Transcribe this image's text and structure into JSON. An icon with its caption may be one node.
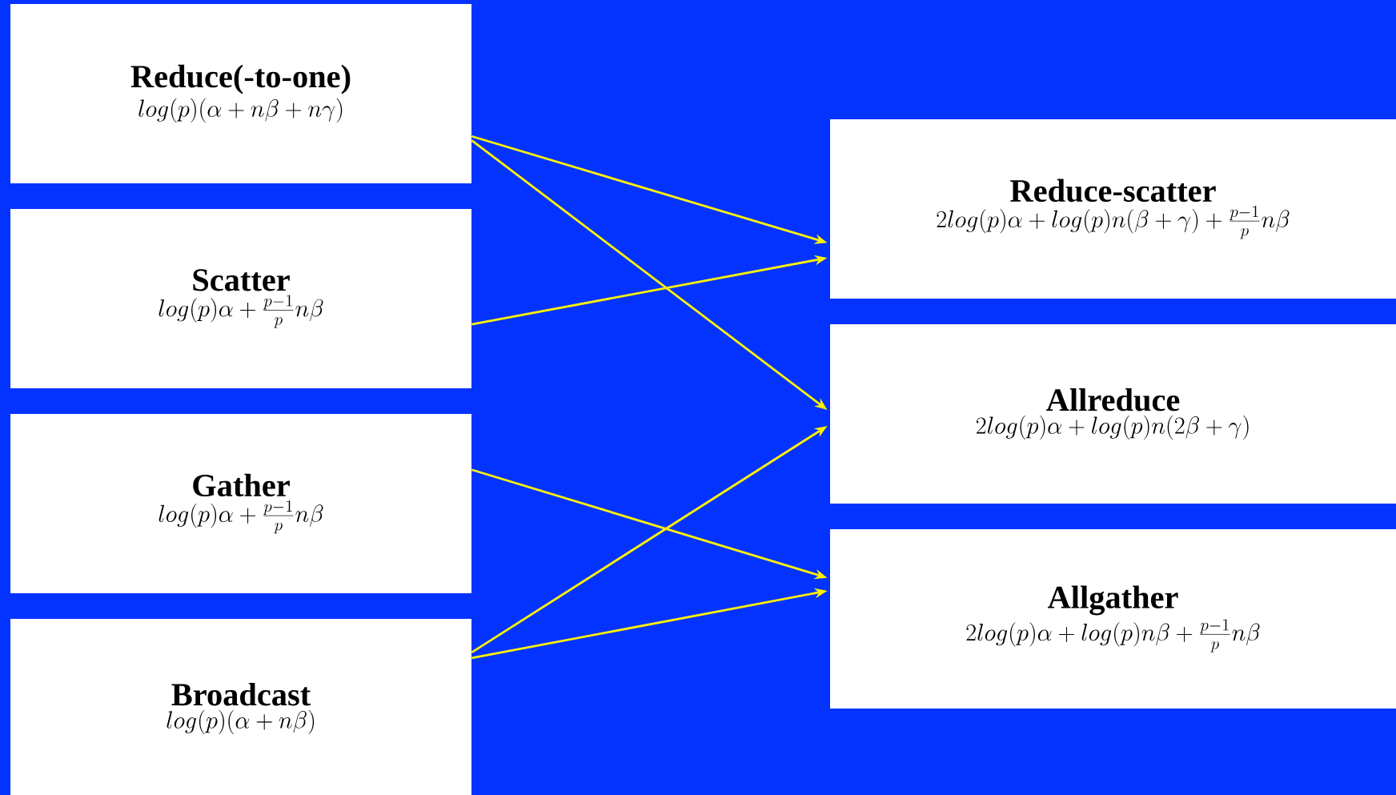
{
  "diagram": {
    "nodes": [
      {
        "text": [
          "Reduce(-to-one)",
          "log(p)(\\alpha + n\\beta + n\\gamma)"
        ]
      },
      {
        "text": [
          "Scatter",
          "log(p)\\alpha + \\frac{p-1}{p} n\\beta"
        ]
      },
      {
        "text": [
          "Gather",
          "log(p)\\alpha + \\frac{p-1}{p} n\\beta"
        ]
      },
      {
        "text": [
          "Broadcast",
          "log(p)(\\alpha + n\\beta)"
        ]
      },
      {
        "text": [
          "Reduce-scatter",
          "2log(p)\\alpha + log(p)n(\\beta + \\gamma) + \\frac{p-1}{p} n\\beta"
        ]
      },
      {
        "text": [
          "Allreduce",
          "2log(p)\\alpha + log(p)n(2\\beta + \\gamma)"
        ]
      },
      {
        "text": [
          "Allgather",
          "2log(p)\\alpha + log(p)n\\beta + \\frac{p-1}{p} n\\beta"
        ]
      }
    ],
    "edges": [
      {
        "from": 0,
        "to": 4,
        "arrow": "to"
      },
      {
        "from": 0,
        "to": 5,
        "arrow": "to"
      },
      {
        "from": 1,
        "to": 4,
        "arrow": "to"
      },
      {
        "from": 2,
        "to": 6,
        "arrow": "to"
      },
      {
        "from": 3,
        "to": 5,
        "arrow": "to"
      },
      {
        "from": 3,
        "to": 6,
        "arrow": "to"
      }
    ]
  }
}
